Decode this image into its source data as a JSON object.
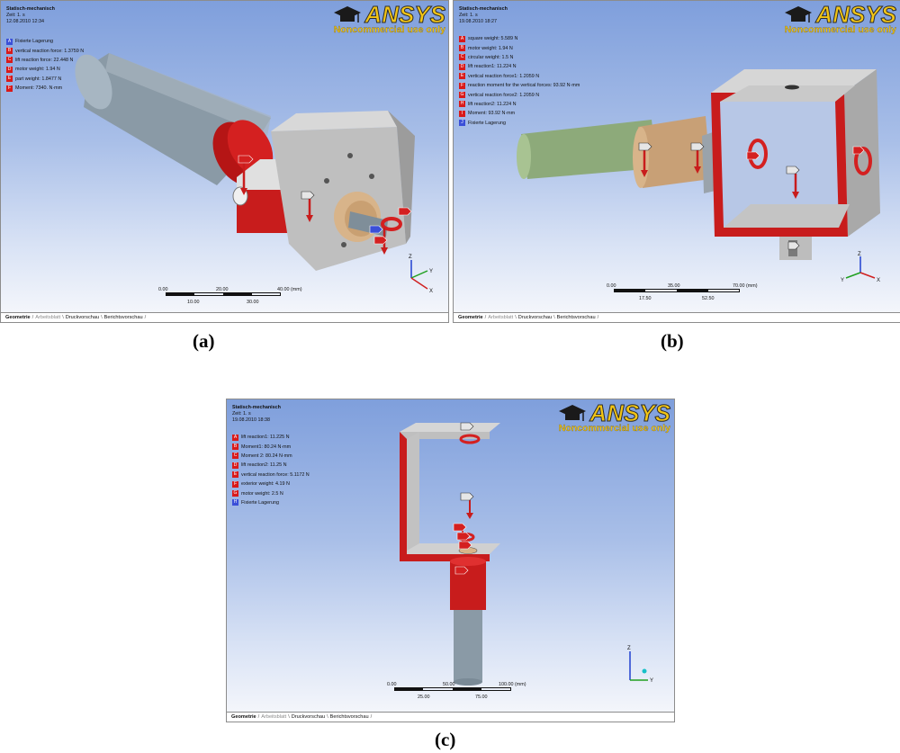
{
  "tabs": [
    "Geometrie",
    "Arbeitsblatt",
    "Druckvorschau",
    "Berichtsvorschau"
  ],
  "logo": {
    "word": "ANSYS",
    "sub": "Noncommercial use only"
  },
  "axes": {
    "x": "X",
    "y": "Y",
    "z": "Z"
  },
  "panels": [
    {
      "caption": "(a)",
      "title": "Statisch-mechanisch",
      "time": "Zeit: 1. s",
      "date": "12.08.2010 12:34",
      "legend": [
        {
          "key": "A",
          "color": "#3a4fd8",
          "label": "Fixierte Lagerung"
        },
        {
          "key": "B",
          "color": "#d81a1a",
          "label": "vertical reaction force: 1.3759 N"
        },
        {
          "key": "C",
          "color": "#d81a1a",
          "label": "lift reaction force: 22.448 N"
        },
        {
          "key": "D",
          "color": "#d81a1a",
          "label": "motor weight: 1.94 N"
        },
        {
          "key": "E",
          "color": "#d81a1a",
          "label": "part weight: 1.8477 N"
        },
        {
          "key": "F",
          "color": "#d81a1a",
          "label": "Moment: 7340. N·mm"
        }
      ],
      "scale": {
        "top": [
          "0.00",
          "20.00",
          "40.00 (mm)"
        ],
        "bottom": [
          "10.00",
          "30.00"
        ]
      }
    },
    {
      "caption": "(b)",
      "title": "Statisch-mechanisch",
      "time": "Zeit: 1. s",
      "date": "19.08.2010 18:27",
      "legend": [
        {
          "key": "A",
          "color": "#d81a1a",
          "label": "square weight: 5.589 N"
        },
        {
          "key": "B",
          "color": "#d81a1a",
          "label": "motor weight: 1.94 N"
        },
        {
          "key": "C",
          "color": "#d81a1a",
          "label": "circular weight: 1.5 N"
        },
        {
          "key": "D",
          "color": "#d81a1a",
          "label": "lift  reaction1: 11.224 N"
        },
        {
          "key": "E",
          "color": "#d81a1a",
          "label": "vertical reaction force1: 1.2059 N"
        },
        {
          "key": "F",
          "color": "#d81a1a",
          "label": "reaction moment for the vertical forces: 93.92 N·mm"
        },
        {
          "key": "G",
          "color": "#d81a1a",
          "label": "vertical reaction force2: 1.2059 N"
        },
        {
          "key": "H",
          "color": "#d81a1a",
          "label": "lift reaction2: 11.224 N"
        },
        {
          "key": "I",
          "color": "#d81a1a",
          "label": "Moment: 93.92 N·mm"
        },
        {
          "key": "J",
          "color": "#3a4fd8",
          "label": "Fixierte Lagerung"
        }
      ],
      "scale": {
        "top": [
          "0.00",
          "35.00",
          "70.00 (mm)"
        ],
        "bottom": [
          "17.50",
          "52.50"
        ]
      }
    },
    {
      "caption": "(c)",
      "title": "Statisch-mechanisch",
      "time": "Zeit: 1. s",
      "date": "19.08.2010 18:38",
      "legend": [
        {
          "key": "A",
          "color": "#d81a1a",
          "label": "lift reaction1: 11.225 N"
        },
        {
          "key": "B",
          "color": "#d81a1a",
          "label": "Moment1: 80.24 N·mm"
        },
        {
          "key": "C",
          "color": "#d81a1a",
          "label": "Moment 2: 80.24 N·mm"
        },
        {
          "key": "D",
          "color": "#d81a1a",
          "label": "lift reaction2: 11.25 N"
        },
        {
          "key": "E",
          "color": "#d81a1a",
          "label": "vertical reaction force: 5.1172 N"
        },
        {
          "key": "F",
          "color": "#d81a1a",
          "label": "exterior weight: 4.19 N"
        },
        {
          "key": "G",
          "color": "#d81a1a",
          "label": "motor weight: 2.5 N"
        },
        {
          "key": "H",
          "color": "#3a4fd8",
          "label": "Fixierte Lagerung"
        }
      ],
      "scale": {
        "top": [
          "0.00",
          "50.00",
          "100.00 (mm)"
        ],
        "bottom": [
          "25.00",
          "75.00"
        ]
      }
    }
  ]
}
